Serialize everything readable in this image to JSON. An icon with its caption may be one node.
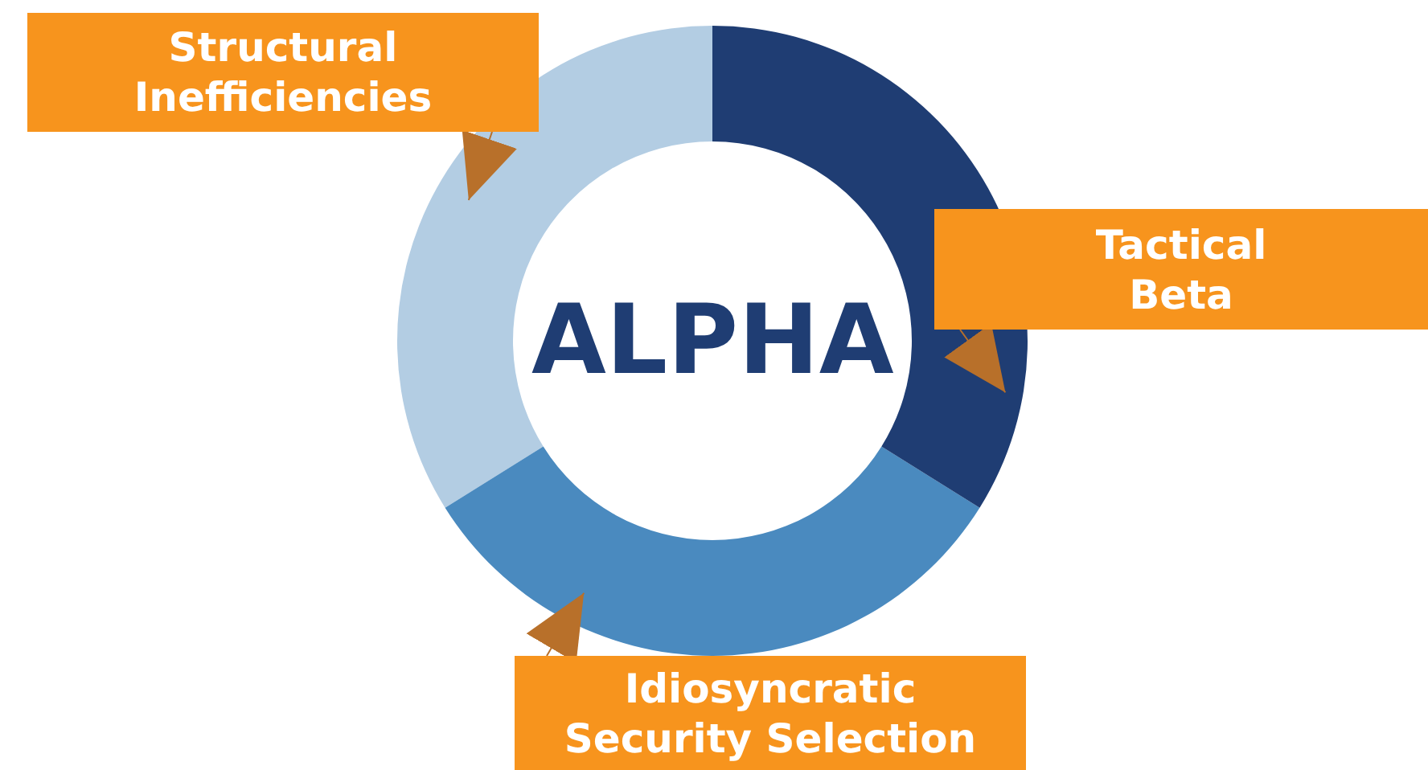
{
  "diagram": {
    "nodes": [
      {
        "text": [
          "Structural Inefficiencies"
        ]
      },
      {
        "text": [
          "Tactical Beta"
        ]
      },
      {
        "text": [
          "Idiosyncratic Security Selection"
        ]
      },
      {
        "text": [],
        "shape": "arc"
      },
      {
        "text": [],
        "shape": "arc"
      },
      {
        "text": [],
        "shape": "arc"
      }
    ],
    "edges": [
      {
        "from": 0,
        "to": 3,
        "arrow": "to"
      },
      {
        "from": 1,
        "to": 5,
        "arrow": "to"
      },
      {
        "from": 2,
        "to": 4,
        "arrow": "to"
      }
    ],
    "labels": [
      "ALPHA"
    ]
  }
}
